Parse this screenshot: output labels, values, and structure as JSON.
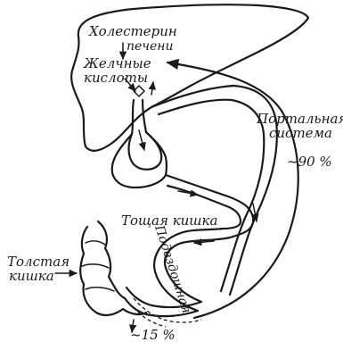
{
  "labels": {
    "cholesterol": "Холестерин",
    "liver": "печени",
    "bile_acids_1": "Желчные",
    "bile_acids_2": "кислоты",
    "portal_1": "Портальная",
    "portal_2": "система",
    "portal_pct": "~90 %",
    "jejunum": "Тощая кишка",
    "ileum": "Подвздошная",
    "colon_1": "Толстая",
    "colon_2": "кишка",
    "excretion_pct": "~15 %"
  },
  "colors": {
    "ink": "#1a1a1a",
    "background": "#ffffff"
  }
}
